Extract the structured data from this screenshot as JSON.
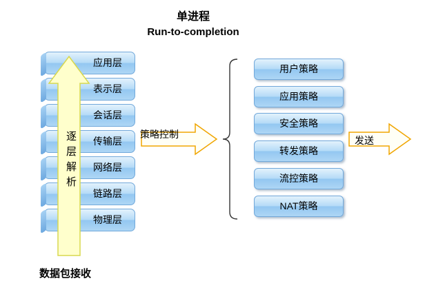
{
  "title": {
    "line1": "单进程",
    "line2": "Run-to-completion"
  },
  "left_stack": {
    "layers": [
      "应用层",
      "表示层",
      "会话层",
      "传输层",
      "网络层",
      "链路层",
      "物理层"
    ],
    "arrow_label": "逐层解析",
    "bottom_label": "数据包接收"
  },
  "middle": {
    "arrow_label": "策略控制"
  },
  "right_stack": {
    "policies": [
      "用户策略",
      "应用策略",
      "安全策略",
      "转发策略",
      "流控策略",
      "NAT策略"
    ]
  },
  "output": {
    "arrow_label": "发送"
  },
  "colors": {
    "box_fill_top": "#e3f2fc",
    "box_fill_bottom": "#aed6f5",
    "box_border": "#71a8da",
    "up_arrow_fill": "#ffffcc",
    "up_arrow_border": "#d8d84e",
    "flow_arrow_fill": "#fffff6",
    "flow_arrow_border": "#f0a500",
    "brace_stroke": "#333333",
    "text": "#000000"
  }
}
